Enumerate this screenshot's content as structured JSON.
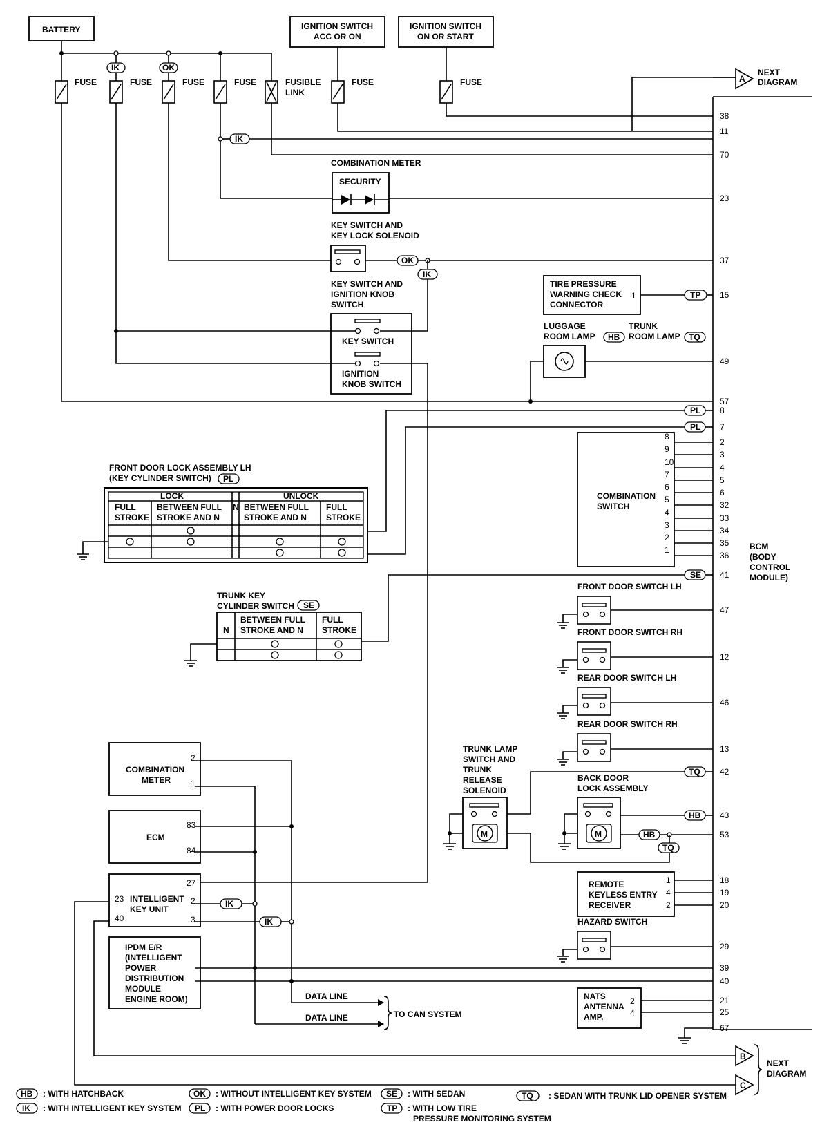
{
  "sources": {
    "battery": "BATTERY",
    "ign_acc": [
      "IGNITION SWITCH",
      "ACC OR ON"
    ],
    "ign_start": [
      "IGNITION SWITCH",
      "ON OR START"
    ]
  },
  "fuse_label": "FUSE",
  "fusible_link": [
    "FUSIBLE",
    "LINK"
  ],
  "next_diagram": [
    "NEXT",
    "DIAGRAM"
  ],
  "connectors": {
    "a": "A",
    "b": "B",
    "c": "C"
  },
  "tags": {
    "ik": "IK",
    "ok": "OK",
    "pl": "PL",
    "se": "SE",
    "tp": "TP",
    "tq": "TQ",
    "hb": "HB"
  },
  "bcm": {
    "label": [
      "BCM",
      "(BODY",
      "CONTROL",
      "MODULE)"
    ],
    "pins": [
      "38",
      "11",
      "70",
      "23",
      "37",
      "15",
      "49",
      "57",
      "8",
      "7",
      "2",
      "3",
      "4",
      "5",
      "6",
      "32",
      "33",
      "34",
      "35",
      "36",
      "41",
      "47",
      "12",
      "46",
      "13",
      "42",
      "43",
      "53",
      "18",
      "19",
      "20",
      "29",
      "39",
      "40",
      "21",
      "25",
      "67"
    ]
  },
  "combination_meter_top": {
    "title": "COMBINATION METER",
    "inner": "SECURITY"
  },
  "key_switch_solenoid": [
    "KEY SWITCH AND",
    "KEY LOCK SOLENOID"
  ],
  "key_switch_ignition": {
    "title": [
      "KEY SWITCH AND",
      "IGNITION KNOB",
      "SWITCH"
    ],
    "key_switch": "KEY SWITCH",
    "knob": [
      "IGNITION",
      "KNOB SWITCH"
    ]
  },
  "tire_pressure": {
    "label": [
      "TIRE PRESSURE",
      "WARNING CHECK",
      "CONNECTOR"
    ],
    "pin": "1"
  },
  "luggage_lamp": [
    "LUGGAGE",
    "ROOM LAMP"
  ],
  "trunk_lamp": [
    "TRUNK",
    "ROOM LAMP"
  ],
  "front_door_lock": {
    "title": [
      "FRONT DOOR LOCK ASSEMBLY LH",
      "(KEY CYLINDER SWITCH)"
    ],
    "lock": "LOCK",
    "unlock": "UNLOCK",
    "cols": [
      [
        "FULL",
        "STROKE"
      ],
      [
        "BETWEEN FULL",
        "STROKE AND N"
      ],
      "N",
      [
        "BETWEEN FULL",
        "STROKE AND N"
      ],
      [
        "FULL",
        "STROKE"
      ]
    ]
  },
  "combination_switch": {
    "label": [
      "COMBINATION",
      "SWITCH"
    ],
    "pins": [
      "8",
      "9",
      "10",
      "7",
      "6",
      "5",
      "4",
      "3",
      "2",
      "1"
    ]
  },
  "trunk_key": {
    "title": [
      "TRUNK KEY",
      "CYLINDER SWITCH"
    ],
    "cols": [
      "N",
      [
        "BETWEEN FULL",
        "STROKE AND N"
      ],
      [
        "FULL",
        "STROKE"
      ]
    ]
  },
  "door_switches": [
    "FRONT DOOR SWITCH LH",
    "FRONT DOOR SWITCH RH",
    "REAR DOOR SWITCH LH",
    "REAR DOOR SWITCH RH"
  ],
  "combination_meter_bottom": {
    "label": [
      "COMBINATION",
      "METER"
    ],
    "pins": [
      "2",
      "1"
    ]
  },
  "ecm": {
    "label": "ECM",
    "pins": [
      "83",
      "84"
    ]
  },
  "intelligent_key": {
    "label": [
      "INTELLIGENT",
      "KEY UNIT"
    ],
    "left_pins": [
      "23",
      "40"
    ],
    "right_pins": [
      "27",
      "2",
      "3"
    ]
  },
  "ipdm": [
    "IPDM E/R",
    "(INTELLIGENT",
    "POWER",
    "DISTRIBUTION",
    "MODULE",
    "ENGINE ROOM)"
  ],
  "data_line": "DATA LINE",
  "to_can": "TO CAN SYSTEM",
  "trunk_lamp_switch": [
    "TRUNK LAMP",
    "SWITCH AND",
    "TRUNK",
    "RELEASE",
    "SOLENOID"
  ],
  "back_door": [
    "BACK DOOR",
    "LOCK ASSEMBLY"
  ],
  "motor": "M",
  "remote_keyless": {
    "label": [
      "REMOTE",
      "KEYLESS ENTRY",
      "RECEIVER"
    ],
    "pins": [
      "1",
      "4",
      "2"
    ]
  },
  "hazard_switch": "HAZARD SWITCH",
  "nats": {
    "label": [
      "NATS",
      "ANTENNA",
      "AMP."
    ],
    "pins": [
      "2",
      "4"
    ]
  },
  "legend": [
    {
      "tag": "HB",
      "text": ": WITH HATCHBACK"
    },
    {
      "tag": "IK",
      "text": ": WITH INTELLIGENT KEY SYSTEM"
    },
    {
      "tag": "OK",
      "text": ": WITHOUT INTELLIGENT KEY SYSTEM"
    },
    {
      "tag": "PL",
      "text": ": WITH POWER DOOR LOCKS"
    },
    {
      "tag": "SE",
      "text": ": WITH SEDAN"
    },
    {
      "tag": "TP",
      "text": ": WITH LOW TIRE"
    },
    {
      "tag": "TQ",
      "text": ": SEDAN WITH TRUNK LID OPENER SYSTEM"
    }
  ],
  "legend_tp_line2": "PRESSURE MONITORING SYSTEM"
}
